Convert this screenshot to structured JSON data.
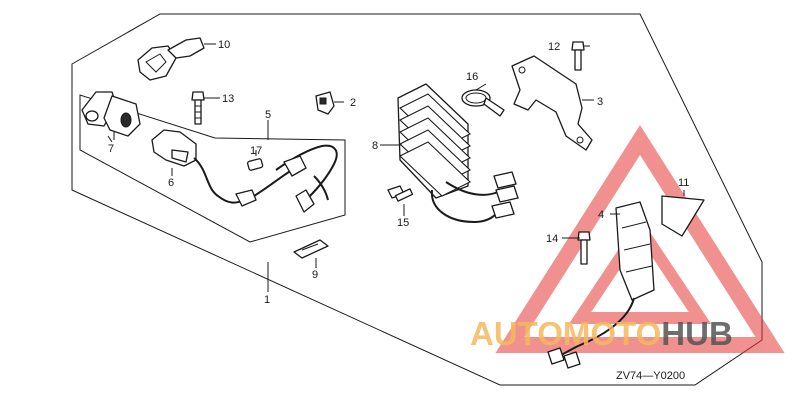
{
  "diagram_code": "ZV74—Y0200",
  "watermark": {
    "text_a": "AUTOMOTO",
    "text_b": "HUB",
    "color_a": "#f5b85c",
    "color_b": "#555555",
    "triangle_color": "#e53935"
  },
  "callouts": [
    {
      "id": "1",
      "label": "1"
    },
    {
      "id": "2",
      "label": "2"
    },
    {
      "id": "3",
      "label": "3"
    },
    {
      "id": "4",
      "label": "4"
    },
    {
      "id": "5",
      "label": "5"
    },
    {
      "id": "6",
      "label": "6"
    },
    {
      "id": "7",
      "label": "7"
    },
    {
      "id": "8",
      "label": "8"
    },
    {
      "id": "9",
      "label": "9"
    },
    {
      "id": "10",
      "label": "10"
    },
    {
      "id": "11",
      "label": "11"
    },
    {
      "id": "12",
      "label": "12"
    },
    {
      "id": "13",
      "label": "13"
    },
    {
      "id": "14",
      "label": "14"
    },
    {
      "id": "15",
      "label": "15"
    },
    {
      "id": "16",
      "label": "16"
    },
    {
      "id": "17",
      "label": "17"
    }
  ]
}
